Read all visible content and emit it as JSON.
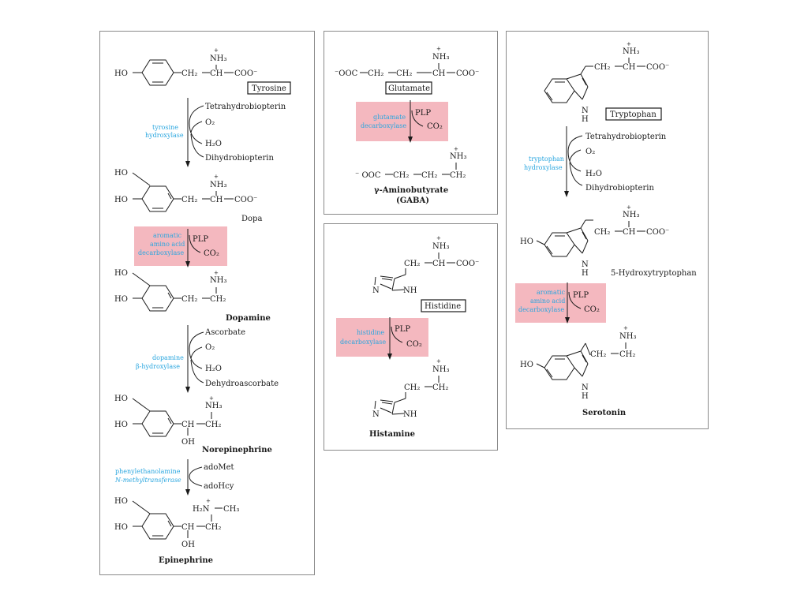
{
  "tyrosine_panel": {
    "ho": "HO",
    "ch2": "CH₂",
    "ch": "CH",
    "coo": "COO⁻",
    "nh3": "NH₃",
    "plus": "+",
    "name": "Tyrosine",
    "step1": {
      "enzyme1": "tyrosine",
      "enzyme2": "hydroxylase",
      "in1": "Tetrahydrobiopterin",
      "in2": "O₂",
      "out1": "H₂O",
      "out2": "Dihydrobiopterin"
    },
    "dopa": "Dopa",
    "step2": {
      "enzyme1": "aromatic",
      "enzyme2": "amino acid",
      "enzyme3": "decarboxylase",
      "cofactor": "PLP",
      "out": "CO₂"
    },
    "dopamine": "Dopamine",
    "step3": {
      "enzyme1": "dopamine",
      "enzyme2": "β-hydroxylase",
      "in1": "Ascorbate",
      "in2": "O₂",
      "out1": "H₂O",
      "out2": "Dehydroascorbate"
    },
    "oh": "OH",
    "norepinephrine": "Norepinephrine",
    "step4": {
      "enzyme1": "phenylethanolamine",
      "enzyme2": "N-methyltransferase",
      "in1": "adoMet",
      "out1": "adoHcy"
    },
    "h2n": "H₂N",
    "ch3": "CH₃",
    "epinephrine": "Epinephrine"
  },
  "glutamate_panel": {
    "ooc": "⁻OOC",
    "ch2": "CH₂",
    "ch": "CH",
    "coo": "COO⁻",
    "nh3": "NH₃",
    "plus": "+",
    "name": "Glutamate",
    "step": {
      "enzyme1": "glutamate",
      "enzyme2": "decarboxylase",
      "cofactor": "PLP",
      "out": "CO₂"
    },
    "ooc2": "⁻ OOC",
    "product1": "γ-Aminobutyrate",
    "product2": "(GABA)"
  },
  "histidine_panel": {
    "nh3": "NH₃",
    "plus": "+",
    "ch2": "CH₂",
    "ch": "CH",
    "coo": "COO⁻",
    "n": "N",
    "nh": "NH",
    "name": "Histidine",
    "step": {
      "enzyme1": "histidine",
      "enzyme2": "decarboxylase",
      "cofactor": "PLP",
      "out": "CO₂"
    },
    "product": "Histamine"
  },
  "tryptophan_panel": {
    "nh3": "NH₃",
    "plus": "+",
    "ch2": "CH₂",
    "ch": "CH",
    "coo": "COO⁻",
    "n": "N",
    "h": "H",
    "name": "Tryptophan",
    "step1": {
      "enzyme1": "tryptophan",
      "enzyme2": "hydroxylase",
      "in1": "Tetrahydrobiopterin",
      "in2": "O₂",
      "out1": "H₂O",
      "out2": "Dihydrobiopterin"
    },
    "ho": "HO",
    "intermediate": "5-Hydroxytryptophan",
    "step2": {
      "enzyme1": "aromatic",
      "enzyme2": "amino acid",
      "enzyme3": "decarboxylase",
      "cofactor": "PLP",
      "out": "CO₂"
    },
    "product": "Serotonin"
  }
}
